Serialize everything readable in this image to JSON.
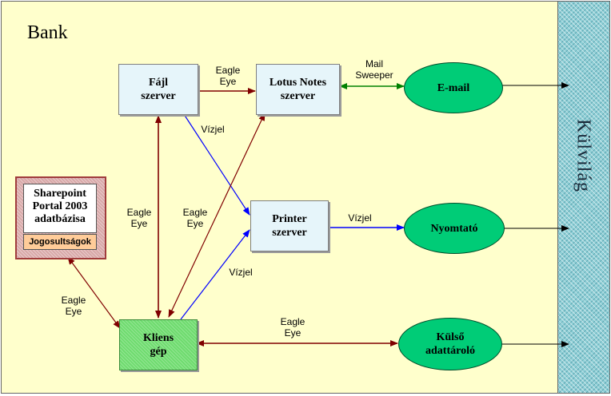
{
  "title": "Bank",
  "outside_label": "Külvilág",
  "nodes": {
    "file_server": "Fájl\nszerver",
    "lotus_notes": "Lotus Notes\nszerver",
    "email": "E-mail",
    "printer_server": "Printer\nszerver",
    "printer": "Nyomtató",
    "client": "Kliens\ngép",
    "external_storage": "Külső\nadattároló",
    "sharepoint": "Sharepoint\nPortal 2003\nadatbázisa",
    "permissions": "Jogosultságok"
  },
  "labels": {
    "eagle_eye_top": "Eagle\nEye",
    "mail_sweeper": "Mail\nSweeper",
    "vizjel_file": "Vízjel",
    "eagle_eye_left": "Eagle\nEye",
    "eagle_eye_mid": "Eagle\nEye",
    "vizjel_printer": "Vízjel",
    "vizjel_client": "Vízjel",
    "eagle_eye_sp": "Eagle\nEye",
    "eagle_eye_bottom": "Eagle\nEye"
  },
  "colors": {
    "background": "#ffffcc",
    "outside": "#8fcfd6",
    "ellipse": "#00cc77",
    "client_box": "#6fdc6f",
    "arrow_dark_red": "#800000",
    "arrow_blue": "#0000ff",
    "arrow_green": "#008000",
    "arrow_black": "#000000"
  }
}
